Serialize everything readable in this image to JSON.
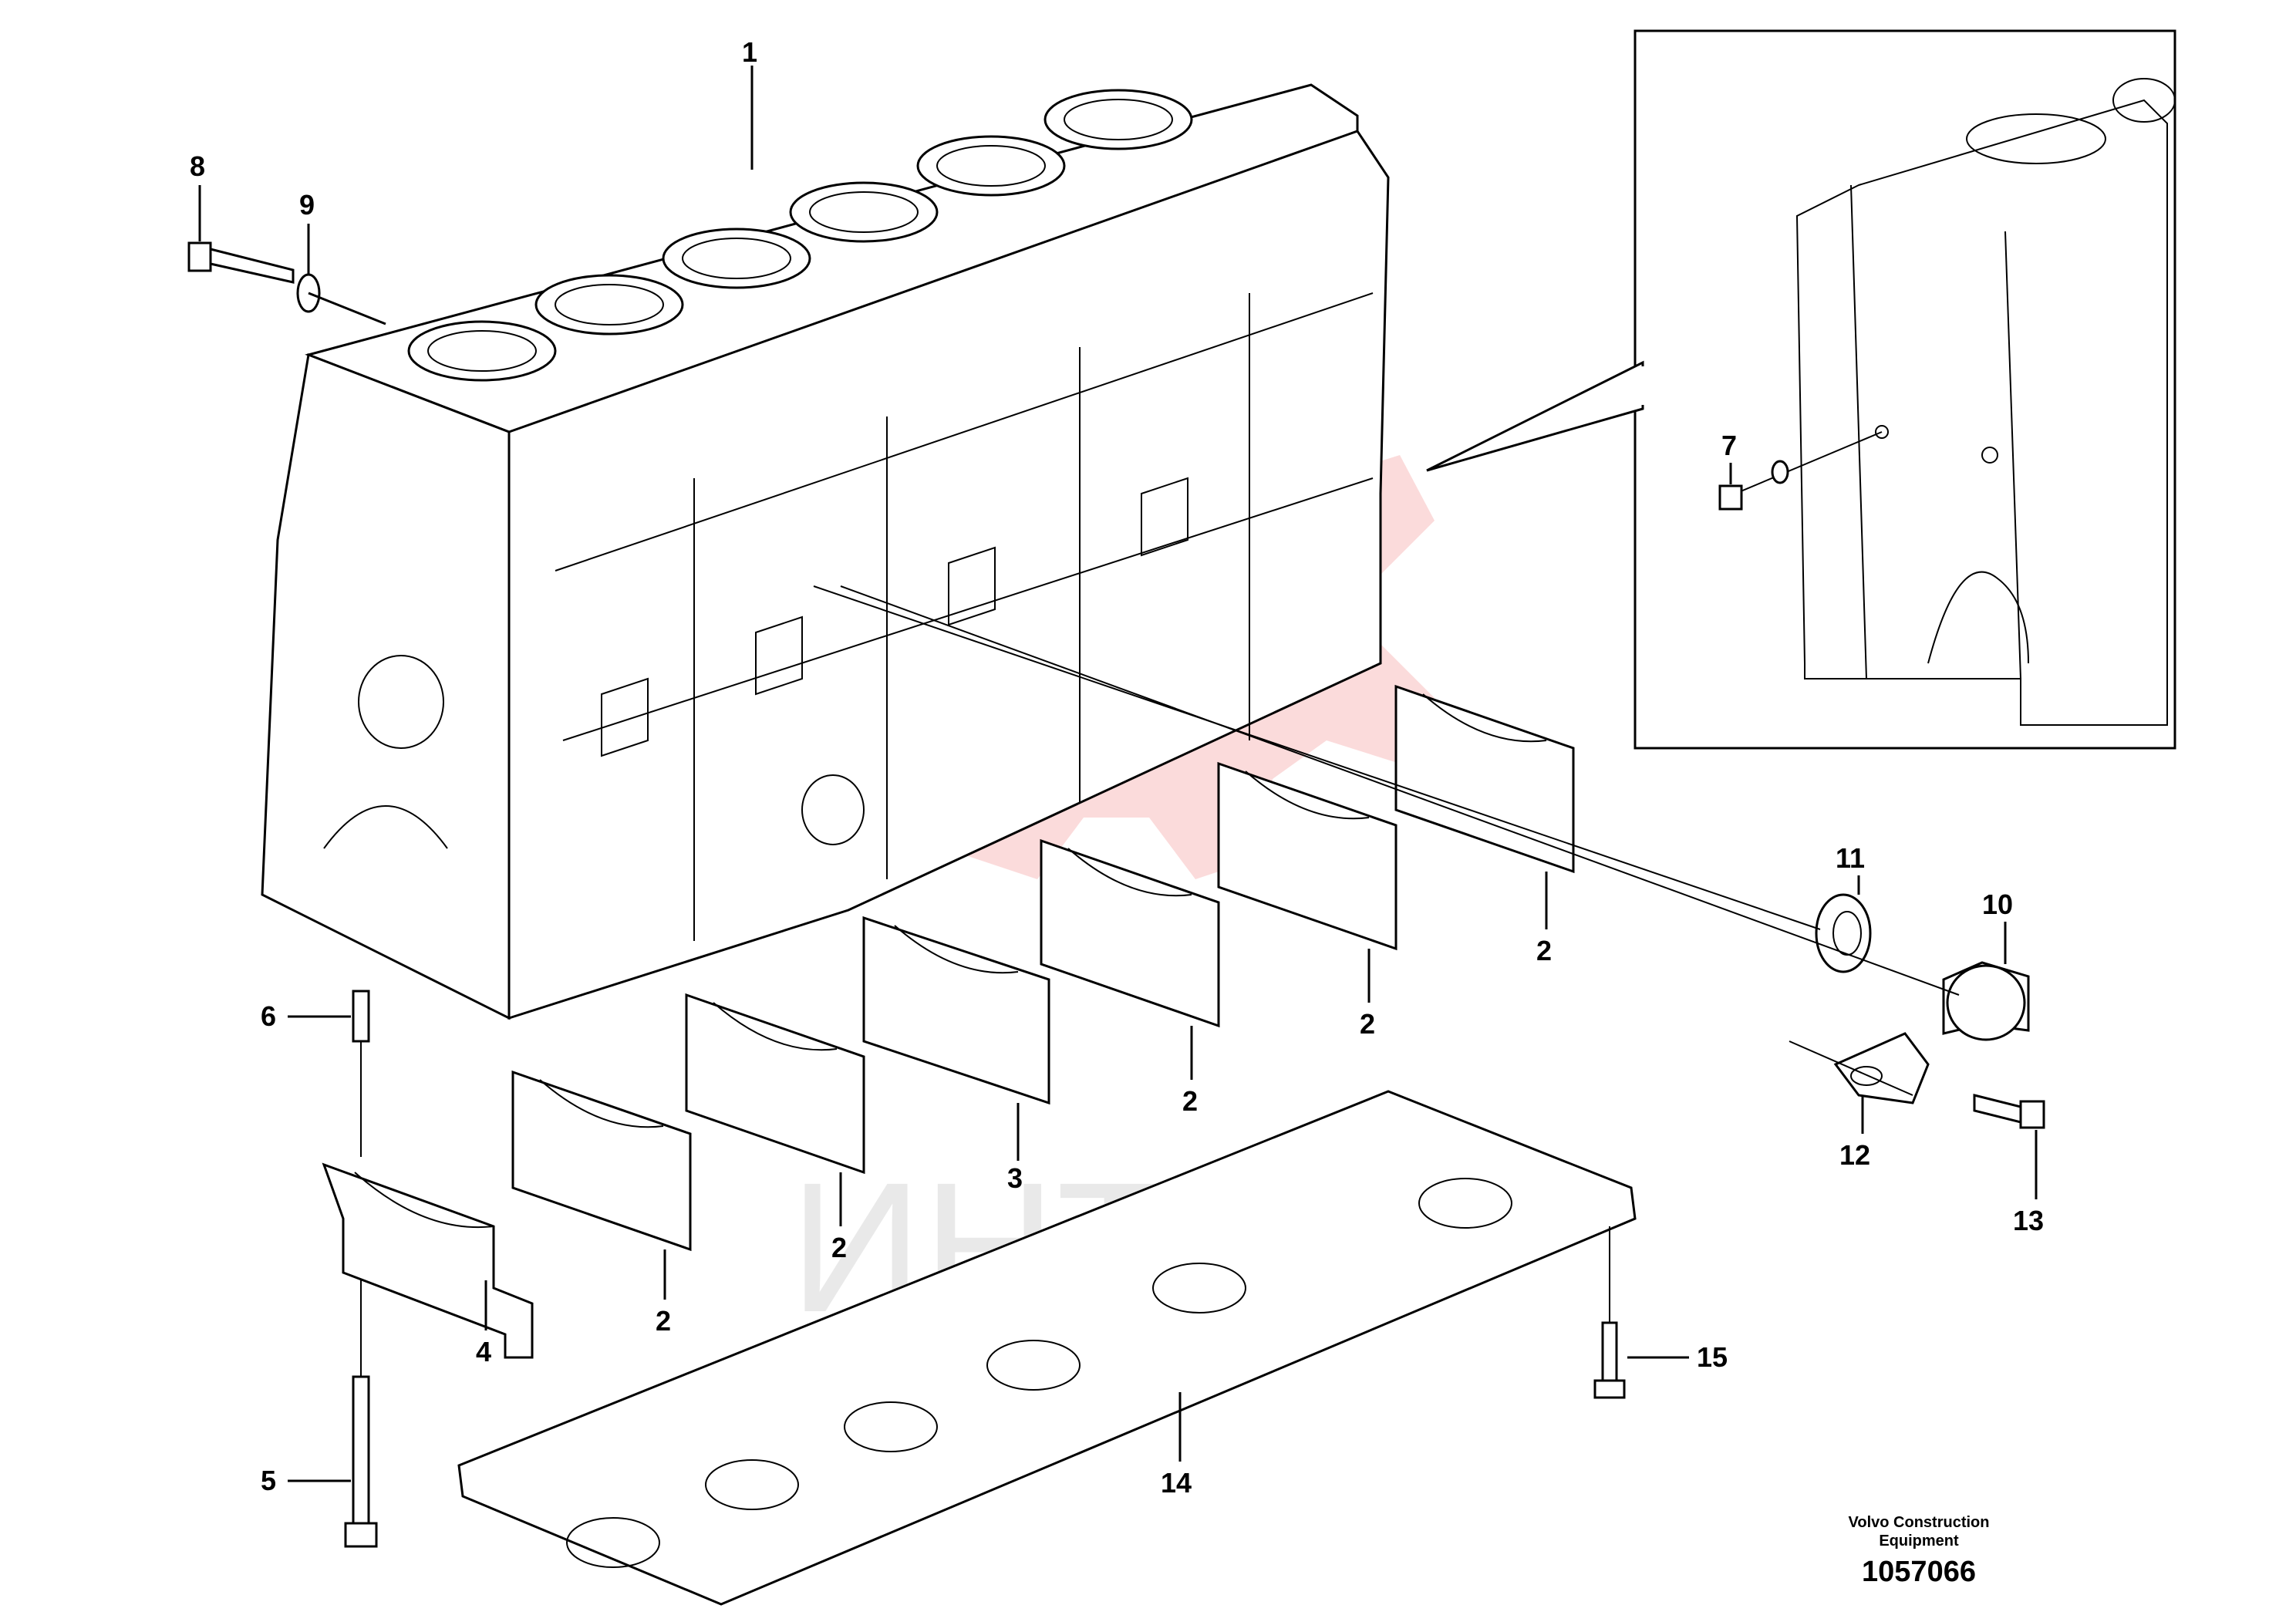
{
  "diagram": {
    "callouts": [
      "1",
      "2",
      "3",
      "4",
      "5",
      "6",
      "7",
      "8",
      "9",
      "10",
      "11",
      "12",
      "13",
      "14",
      "15"
    ],
    "publisher_line1": "Volvo Construction",
    "publisher_line2": "Equipment",
    "figure_number": "1057066",
    "watermark_text": "ИНТЕХ",
    "watermark_color": "#e83a3a"
  }
}
